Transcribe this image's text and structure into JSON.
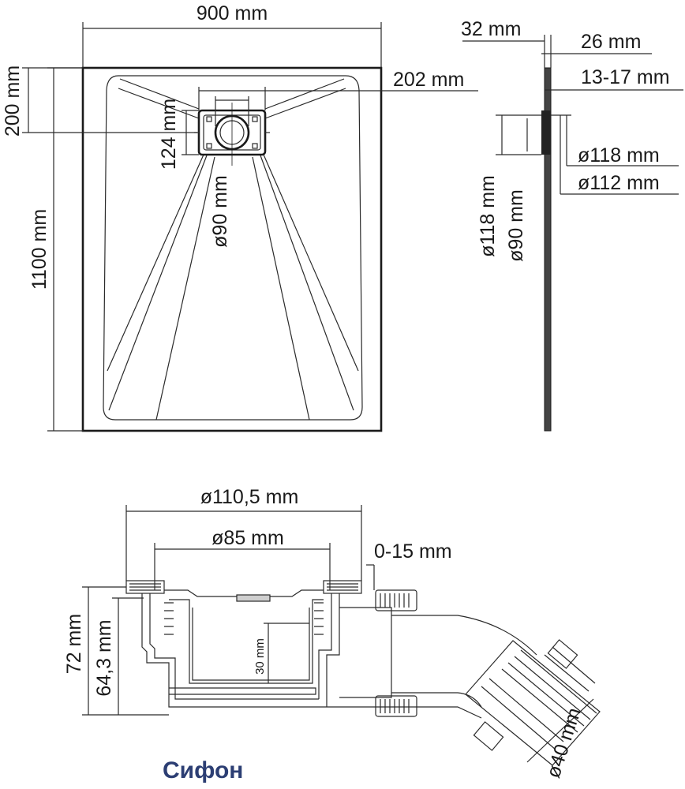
{
  "tray": {
    "width_label": "900 mm",
    "depth_label": "1100 mm",
    "drain_offset_label": "200 mm",
    "drain_frame_width_label": "202 mm",
    "drain_frame_height_label": "124 mm",
    "drain_hole_label": "ø90 mm"
  },
  "profile": {
    "total_label": "32 mm",
    "edge_label": "26 mm",
    "slope_label": "13-17 mm",
    "outer_diameter_label": "ø118 mm",
    "inner_diameter_label": "ø112 mm",
    "left_outer_label": "ø118 mm",
    "left_inner_label": "ø90 mm"
  },
  "siphon": {
    "caption": "Сифон",
    "outer_diameter_label": "ø110,5 mm",
    "inner_diameter_label": "ø85 mm",
    "adjust_label": "0-15 mm",
    "height_label": "72 mm",
    "inner_height_label": "64,3 mm",
    "water_seal_label": "30 mm",
    "outlet_label": "ø40 mm"
  },
  "colors": {
    "line": "#1a1a1a",
    "caption": "#2c3e73",
    "profile_fill": "#444444"
  }
}
